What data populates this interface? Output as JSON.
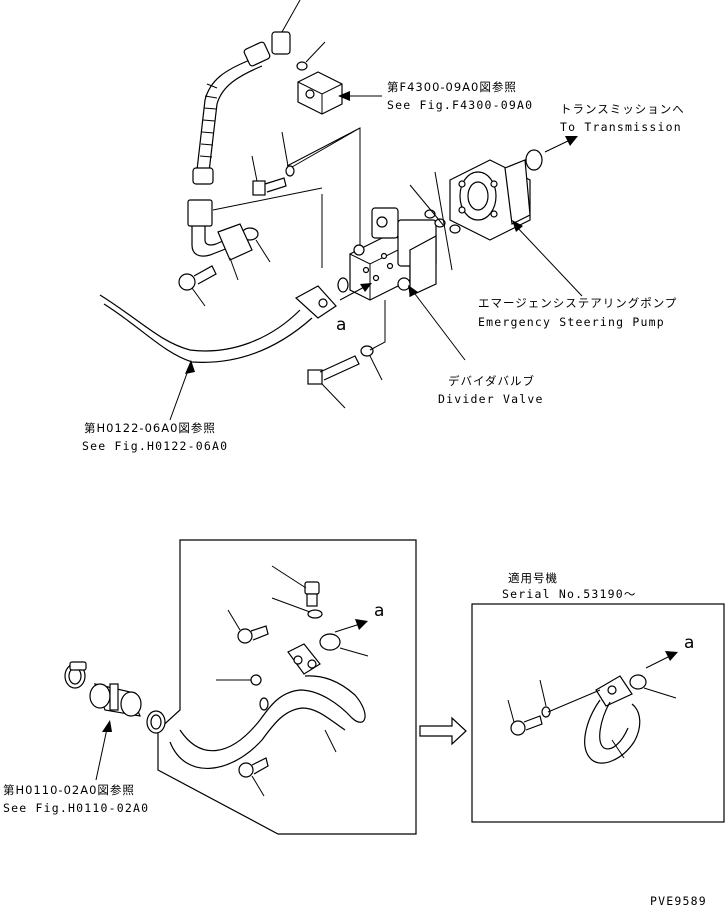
{
  "labels": {
    "ref_f4300_jp": "第F4300-09A0図参照",
    "ref_f4300_en": "See Fig.F4300-09A0",
    "to_transmission_jp": "トランスミッションへ",
    "to_transmission_en": "To Transmission",
    "emergency_pump_jp": "エマージェンシステアリングポンプ",
    "emergency_pump_en": "Emergency Steering Pump",
    "divider_valve_jp": "デバイダバルブ",
    "divider_valve_en": "Divider Valve",
    "ref_h0122_jp": "第H0122-06A0図参照",
    "ref_h0122_en": "See Fig.H0122-06A0",
    "ref_h0110_jp": "第H0110-02A0図参照",
    "ref_h0110_en": "See Fig.H0110-02A0",
    "serial_jp": "適用号機",
    "serial_en": "Serial No.53190～",
    "arrow_a_main": "a",
    "arrow_a_detail": "a",
    "arrow_a_serial": "a",
    "drawing_id": "PVE9589"
  }
}
